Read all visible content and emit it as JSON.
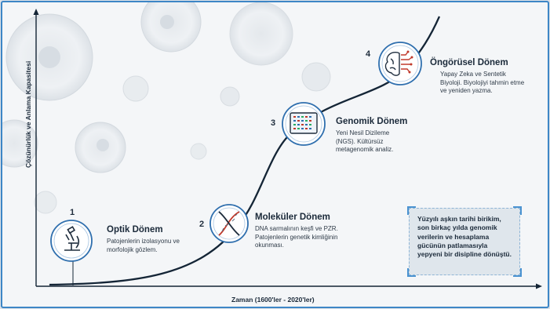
{
  "axes": {
    "y_label": "Çözünürlük ve Anlama Kapasitesi",
    "x_label": "Zaman (1600'ler - 2020'ler)"
  },
  "stages": [
    {
      "number": "1",
      "title": "Optik Dönem",
      "description": "Patojenlerin izolasyonu ve morfolojik gözlem.",
      "icon": "microscope-icon"
    },
    {
      "number": "2",
      "title": "Moleküler Dönem",
      "description": "DNA sarmalının keşfi ve PZR. Patojenlerin genetik kimliğinin okunması.",
      "icon": "dna-helix-icon"
    },
    {
      "number": "3",
      "title": "Genomik Dönem",
      "description": "Yeni Nesil Dizileme (NGS). Kültürsüz metagenomik analiz.",
      "icon": "sequencing-screen-icon"
    },
    {
      "number": "4",
      "title": "Öngörüsel Dönem",
      "description": "Yapay Zeka ve Sentetik Biyoloji. Biyolojiyi tahmin etme ve yeniden yazma.",
      "icon": "brain-circuit-icon"
    }
  ],
  "note": {
    "text": "Yüzyılı aşkın tarihi birikim, son birkaç yılda genomik verilerin ve hesaplama gücünün patlamasıyla yepyeni bir disipline dönüştü."
  },
  "colors": {
    "frame": "#3d86c6",
    "curve": "#142536",
    "icon_ring": "#2f6fae",
    "note_bg": "#dfe6ec",
    "note_corners": "#4b93d1"
  }
}
